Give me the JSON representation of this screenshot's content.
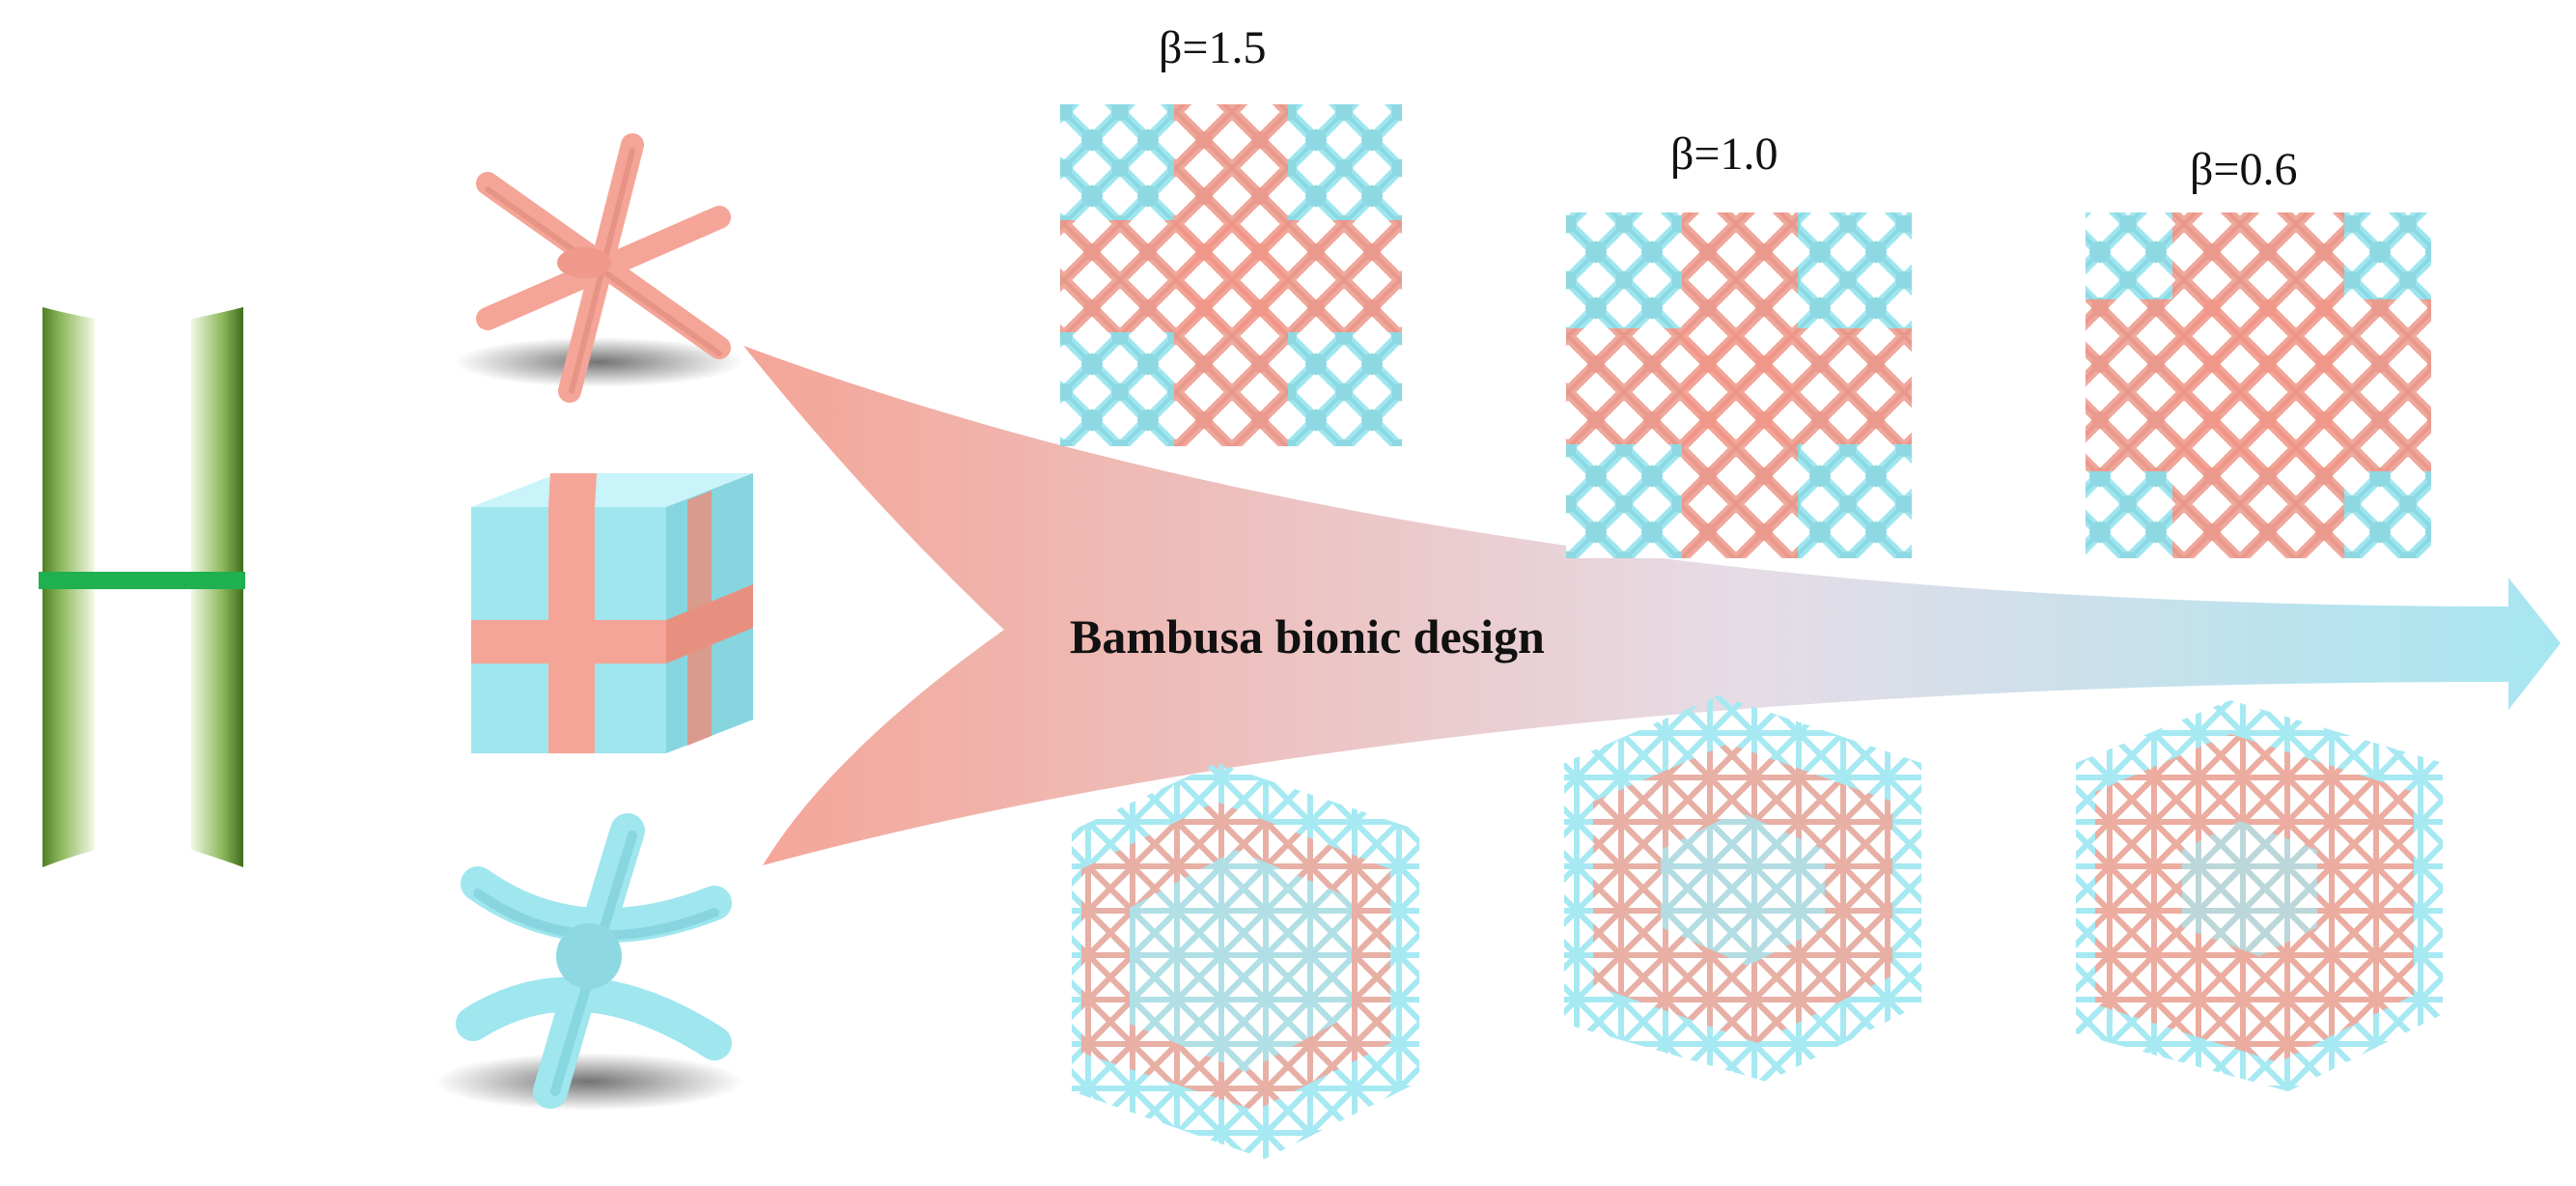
{
  "diagram": {
    "arrow_label": "Bambusa bionic design",
    "betas": [
      "β=1.5",
      "β=1.0",
      "β=0.6"
    ]
  },
  "colors": {
    "salmon": "#f4a597",
    "salmon_dark": "#e88a7c",
    "cyan": "#9fe6ef",
    "cyan_dark": "#7fcfd9",
    "bamboo_green": "#6f9d3e",
    "bamboo_light": "#eaf3d9",
    "node_green": "#1fb14f"
  },
  "icons": [
    "bamboo-culm-icon",
    "rod-lattice-unit-icon",
    "gradient-cube-icon",
    "curved-lattice-unit-icon"
  ]
}
